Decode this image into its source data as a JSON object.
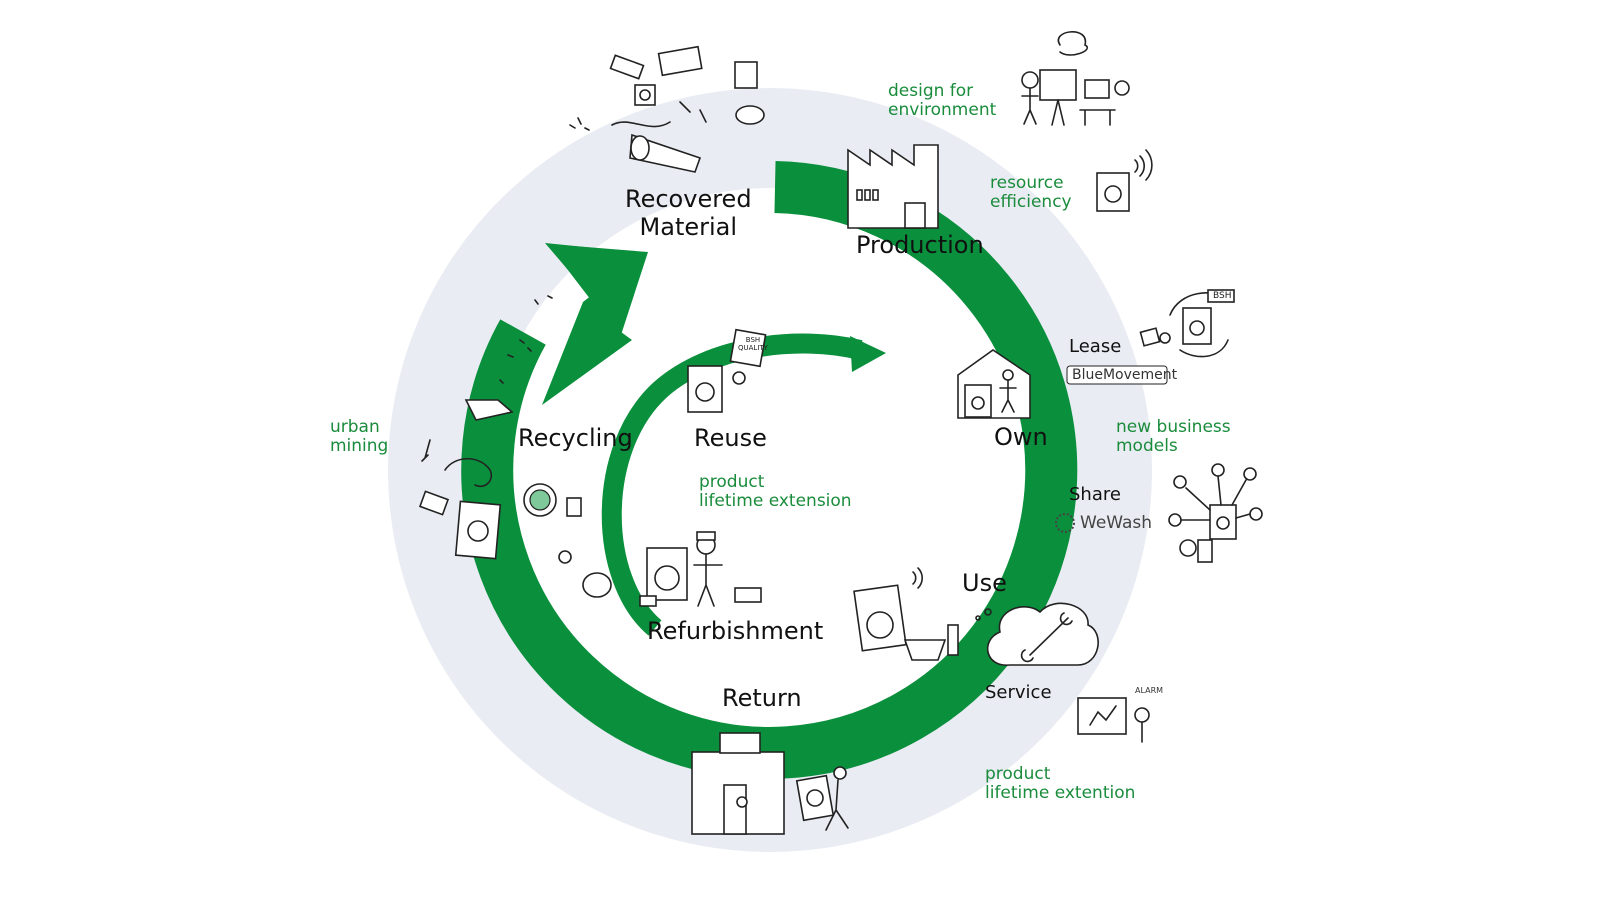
{
  "colors": {
    "ring": "#e9ecf3",
    "arrow": "#0a8f3c",
    "green_text": "#1a8c3c",
    "dark_text": "#111111"
  },
  "stages": {
    "recovered_material": "Recovered\nMaterial",
    "production": "Production",
    "own": "Own",
    "use": "Use",
    "return": "Return",
    "refurbishment": "Refurbishment",
    "recycling": "Recycling",
    "reuse": "Reuse"
  },
  "annotations": {
    "design_for_environment": "design for\nenvironment",
    "resource_efficiency": "resource\nefficiency",
    "new_business_models": "new business\nmodels",
    "product_lifetime_extention": "product\nlifetime extention",
    "product_lifetime_extension_inner": "product\nlifetime extension",
    "urban_mining": "urban\nmining"
  },
  "services": {
    "lease": "Lease",
    "share": "Share",
    "service": "Service"
  },
  "logos": {
    "bluemovement": "BlueMovement",
    "wewash": "WeWash"
  },
  "sketch_text": {
    "bsh_tag": "BSH",
    "quality_tag": "BSH\nQUALITY",
    "alarm": "ALARM"
  }
}
